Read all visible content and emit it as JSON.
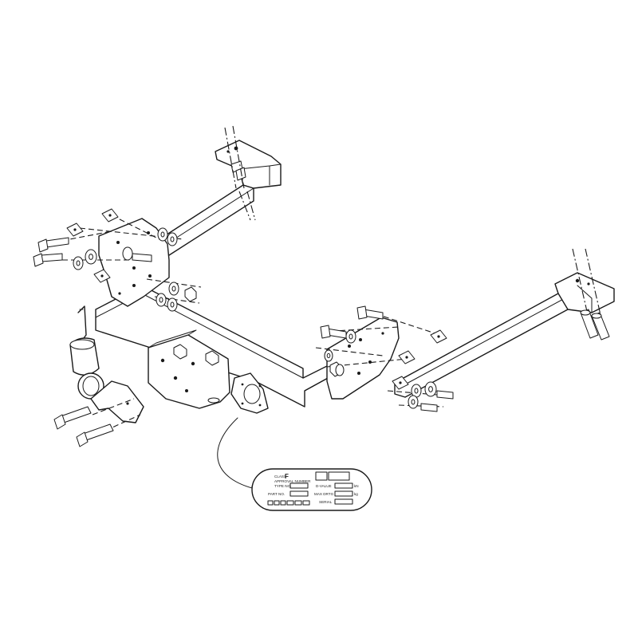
{
  "plate": {
    "class_label": "CLASS",
    "class_value": "F",
    "approval_label": "APPROVAL NUMBER",
    "type_label": "TYPE NO.",
    "d_value_label": "D-VALUE",
    "d_value_unit": "kN",
    "part_label": "PART NO.",
    "max_label": "MAX DRTG",
    "max_unit": "kg",
    "serial_label": "SERIAL"
  }
}
